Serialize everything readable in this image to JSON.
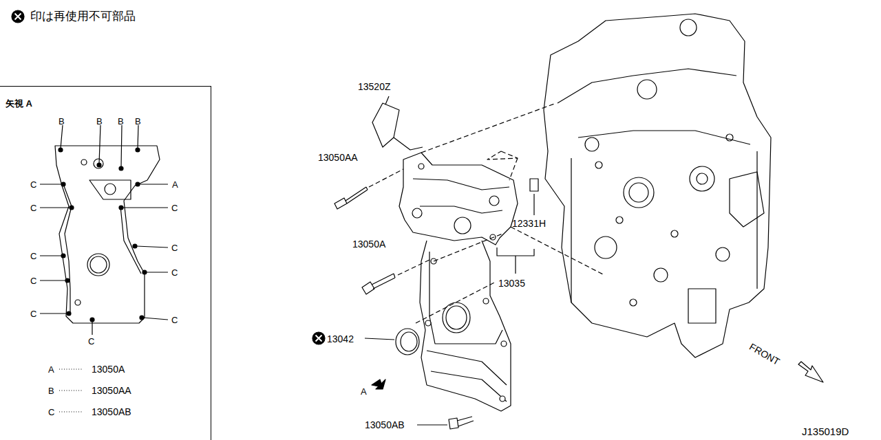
{
  "diagram": {
    "nodes": [
      {
        "text": [
          "矢視 A"
        ]
      }
    ],
    "labels": [
      "印は再使用不可部品",
      "B",
      "B",
      "B",
      "B",
      "C",
      "C",
      "C",
      "C",
      "C",
      "C",
      "C",
      "C",
      "C",
      "C",
      "A",
      "A",
      "13050A",
      "B",
      "13050AA",
      "C",
      "13050AB",
      "13520Z",
      "13050AA",
      "12331H",
      "13050A",
      "13035",
      "13042",
      "A",
      "13050AB",
      "FRONT",
      "J135019D"
    ]
  }
}
